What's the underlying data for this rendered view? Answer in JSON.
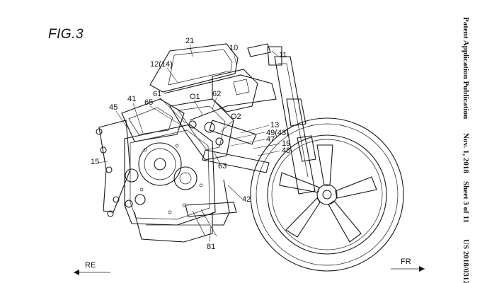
{
  "figure": {
    "title": "FIG.3",
    "direction_rear": "RE",
    "direction_front": "FR"
  },
  "header": {
    "publication": "Patent Application Publication",
    "date": "Nov. 1, 2018",
    "sheet": "Sheet 3 of 11",
    "number": "US 2018/0312"
  },
  "references": {
    "r21": "21",
    "r10": "10",
    "r11": "11",
    "r12": "12(14)",
    "r61": "61",
    "r41": "41",
    "r65": "65",
    "r01": "O1",
    "r62": "62",
    "r45": "45",
    "r02": "O2",
    "r13": "13",
    "r49": "49(43)",
    "r47": "47",
    "r19": "19",
    "r48": "48",
    "r15": "15",
    "r63": "63",
    "r42": "42",
    "r81": "81"
  }
}
